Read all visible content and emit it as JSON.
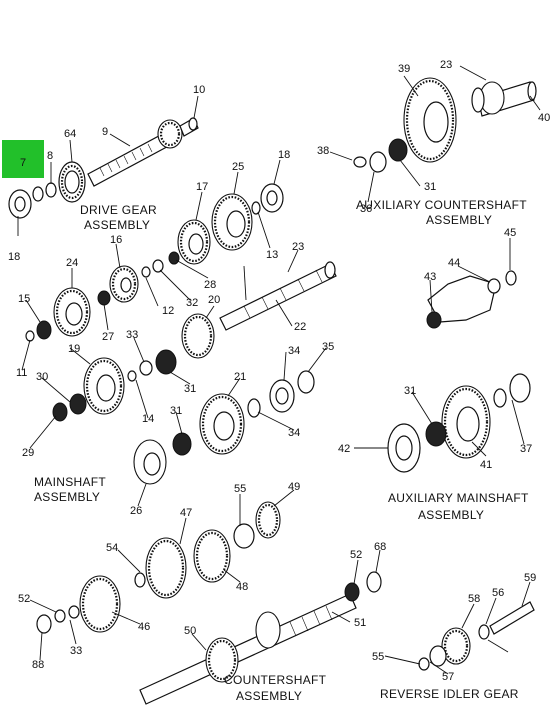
{
  "highlight": {
    "label": "7",
    "color": "#22c02a"
  },
  "callouts": [
    "10",
    "9",
    "64",
    "8",
    "18",
    "23",
    "39",
    "40",
    "25",
    "18",
    "17",
    "13",
    "38",
    "36",
    "31",
    "16",
    "24",
    "28",
    "12",
    "32",
    "23",
    "20",
    "22",
    "45",
    "44",
    "43",
    "15",
    "27",
    "11",
    "33",
    "19",
    "34",
    "35",
    "30",
    "14",
    "31",
    "21",
    "34",
    "31",
    "42",
    "37",
    "41",
    "29",
    "31",
    "26",
    "47",
    "55",
    "49",
    "54",
    "52",
    "68",
    "59",
    "46",
    "48",
    "52",
    "33",
    "88",
    "50",
    "51",
    "58",
    "56",
    "55",
    "57"
  ],
  "assembly_titles": {
    "drive_gear": [
      "DRIVE GEAR",
      "ASSEMBLY"
    ],
    "aux_countershaft": [
      "AUXILIARY COUNTERSHAFT",
      "ASSEMBLY"
    ],
    "mainshaft": [
      "MAINSHAFT",
      "ASSEMBLY"
    ],
    "aux_mainshaft": [
      "AUXILIARY MAINSHAFT",
      "ASSEMBLY"
    ],
    "countershaft": [
      "COUNTERSHAFT",
      "ASSEMBLY"
    ],
    "reverse_idler": [
      "REVERSE IDLER GEAR"
    ]
  }
}
